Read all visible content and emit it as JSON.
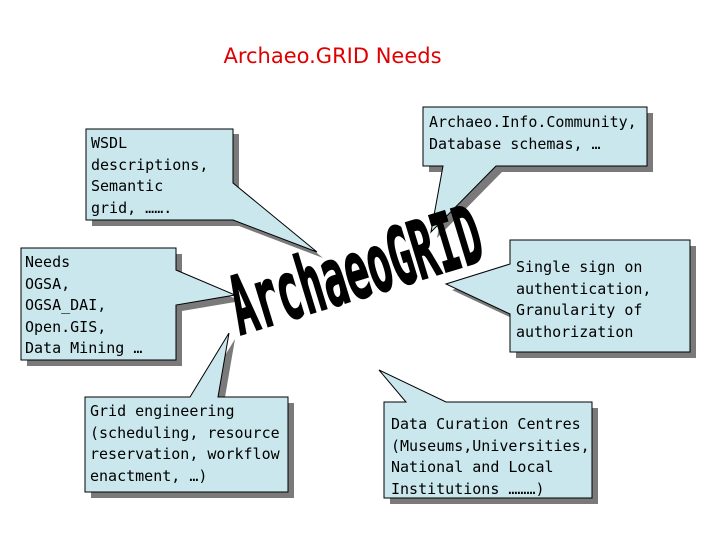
{
  "title": "Archaeo.GRID Needs",
  "logo_text": "ArchaeoGRID",
  "colors": {
    "title": "#e00000",
    "bubble_fill": "#c9e7ec",
    "bubble_stroke": "#000000",
    "shadow": "#7a7a7a"
  },
  "bubbles": [
    {
      "id": "wsdl",
      "text": "WSDL\ndescriptions,\nSemantic\ngrid, ……."
    },
    {
      "id": "archaeoinfo",
      "text": "Archaeo.Info.Community,\nDatabase schemas, …"
    },
    {
      "id": "needs",
      "text": "Needs\nOGSA,\nOGSA_DAI,\nOpen.GIS,\nData Mining …"
    },
    {
      "id": "sso",
      "text": "Single sign on\nauthentication,\nGranularity of\nauthorization"
    },
    {
      "id": "grid-eng",
      "text": "Grid engineering\n(scheduling, resource\nreservation, workflow\nenactment, …)"
    },
    {
      "id": "curation",
      "text": "Data Curation Centres\n(Museums,Universities,\nNational and Local\nInstitutions ………)"
    }
  ]
}
